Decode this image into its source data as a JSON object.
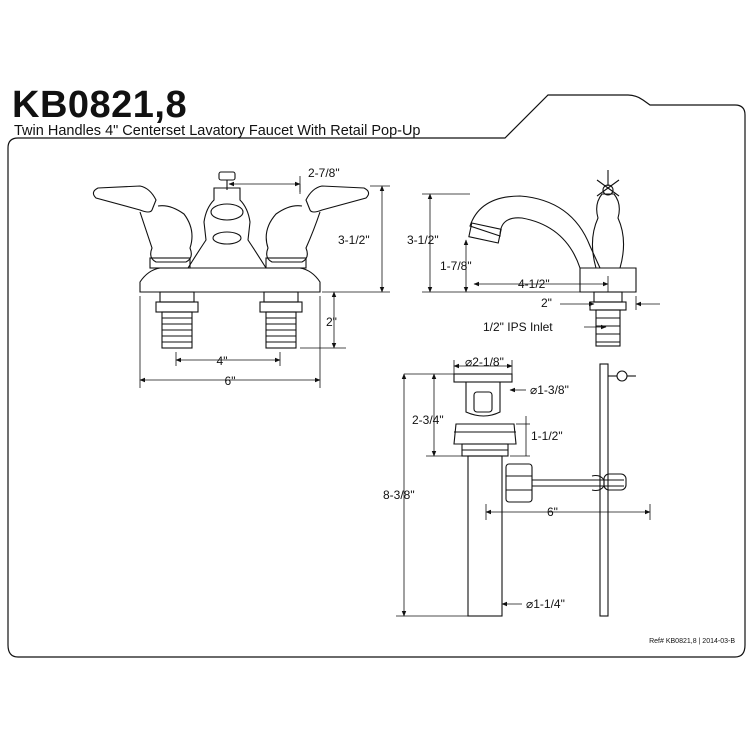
{
  "header": {
    "model": "KB0821,8",
    "description": "Twin Handles 4\" Centerset Lavatory Faucet With Retail Pop-Up"
  },
  "front_view": {
    "spout_offset": "2-7/8\"",
    "height": "3-1/2\"",
    "shank_length": "2\"",
    "center_spacing": "4\"",
    "overall_width": "6\""
  },
  "side_view": {
    "height": "3-1/2\"",
    "spout_height": "1-7/8\"",
    "spout_reach": "4-1/2\"",
    "base_depth": "2\"",
    "inlet": "1/2\" IPS Inlet"
  },
  "popup_view": {
    "flange_dia": "⌀2-1/8\"",
    "stopper_dia": "⌀1-3/8\"",
    "top_height": "2-3/4\"",
    "flange_height": "1-1/2\"",
    "overall_length": "8-3/8\"",
    "rod_length": "6\"",
    "tailpiece_dia": "⌀1-1/4\""
  },
  "footer": {
    "reference": "Ref# KB0821,8 | 2014-03-B"
  }
}
